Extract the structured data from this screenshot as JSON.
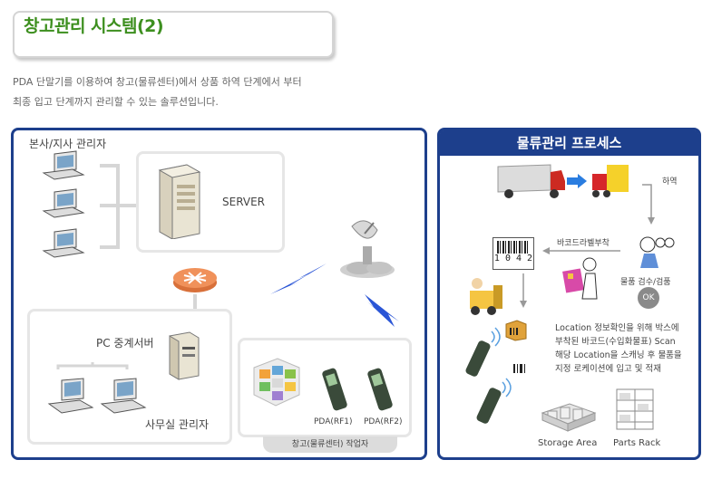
{
  "header": {
    "title": "창고관리 시스템(2)",
    "description_line1": "PDA 단말기를 이용하여 창고(물류센터)에서 상품 하역 단계에서 부터",
    "description_line2": "최종 입고 단계까지 관리할 수 있는 솔루션입니다."
  },
  "left_panel": {
    "hq_label": "본사/지사 관리자",
    "server_label": "SERVER",
    "relay_label": "PC 중계서버",
    "office_label": "사무실 관리자",
    "pda1_label": "PDA(RF1)",
    "pda2_label": "PDA(RF2)",
    "warehouse_tab": "창고(물류센터) 작업자"
  },
  "right_panel": {
    "title": "물류관리 프로세스",
    "unload_label": "하역",
    "barcode_label": "바코드라벨부착",
    "barcode_number": "1 0 4 2",
    "inspect_label": "물품 검수/검품",
    "ok_label": "OK",
    "location_line1": "Location 정보확인을 위해 박스에",
    "location_line2": "부착된 바코드(수입화물표) Scan",
    "location_line3": "해당 Location을 스캐닝 후 물품을",
    "location_line4": "지정 로케이션에 입고 및 적재",
    "storage_label": "Storage Area",
    "rack_label": "Parts Rack"
  },
  "colors": {
    "title_green": "#3d8f1f",
    "panel_blue": "#1d3f8c",
    "wireless_blue": "#2a55d6"
  }
}
